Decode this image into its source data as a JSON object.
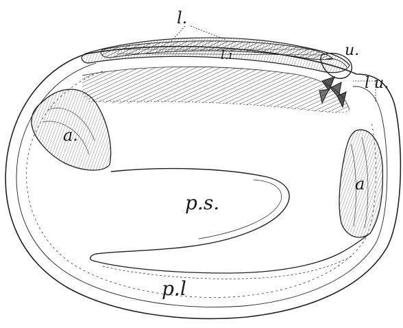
{
  "figure": {
    "labels": {
      "ligament": "l.",
      "internal_ligament": "l.i",
      "umbo": "u.",
      "lunule": "l u.",
      "anterior_adductor": "a.",
      "posterior_adductor": "a",
      "pallial_sinus": "p.s.",
      "pallial_line": "p.l"
    },
    "ink_color": "#1f1f1f",
    "paper_color": "#ffffff"
  }
}
